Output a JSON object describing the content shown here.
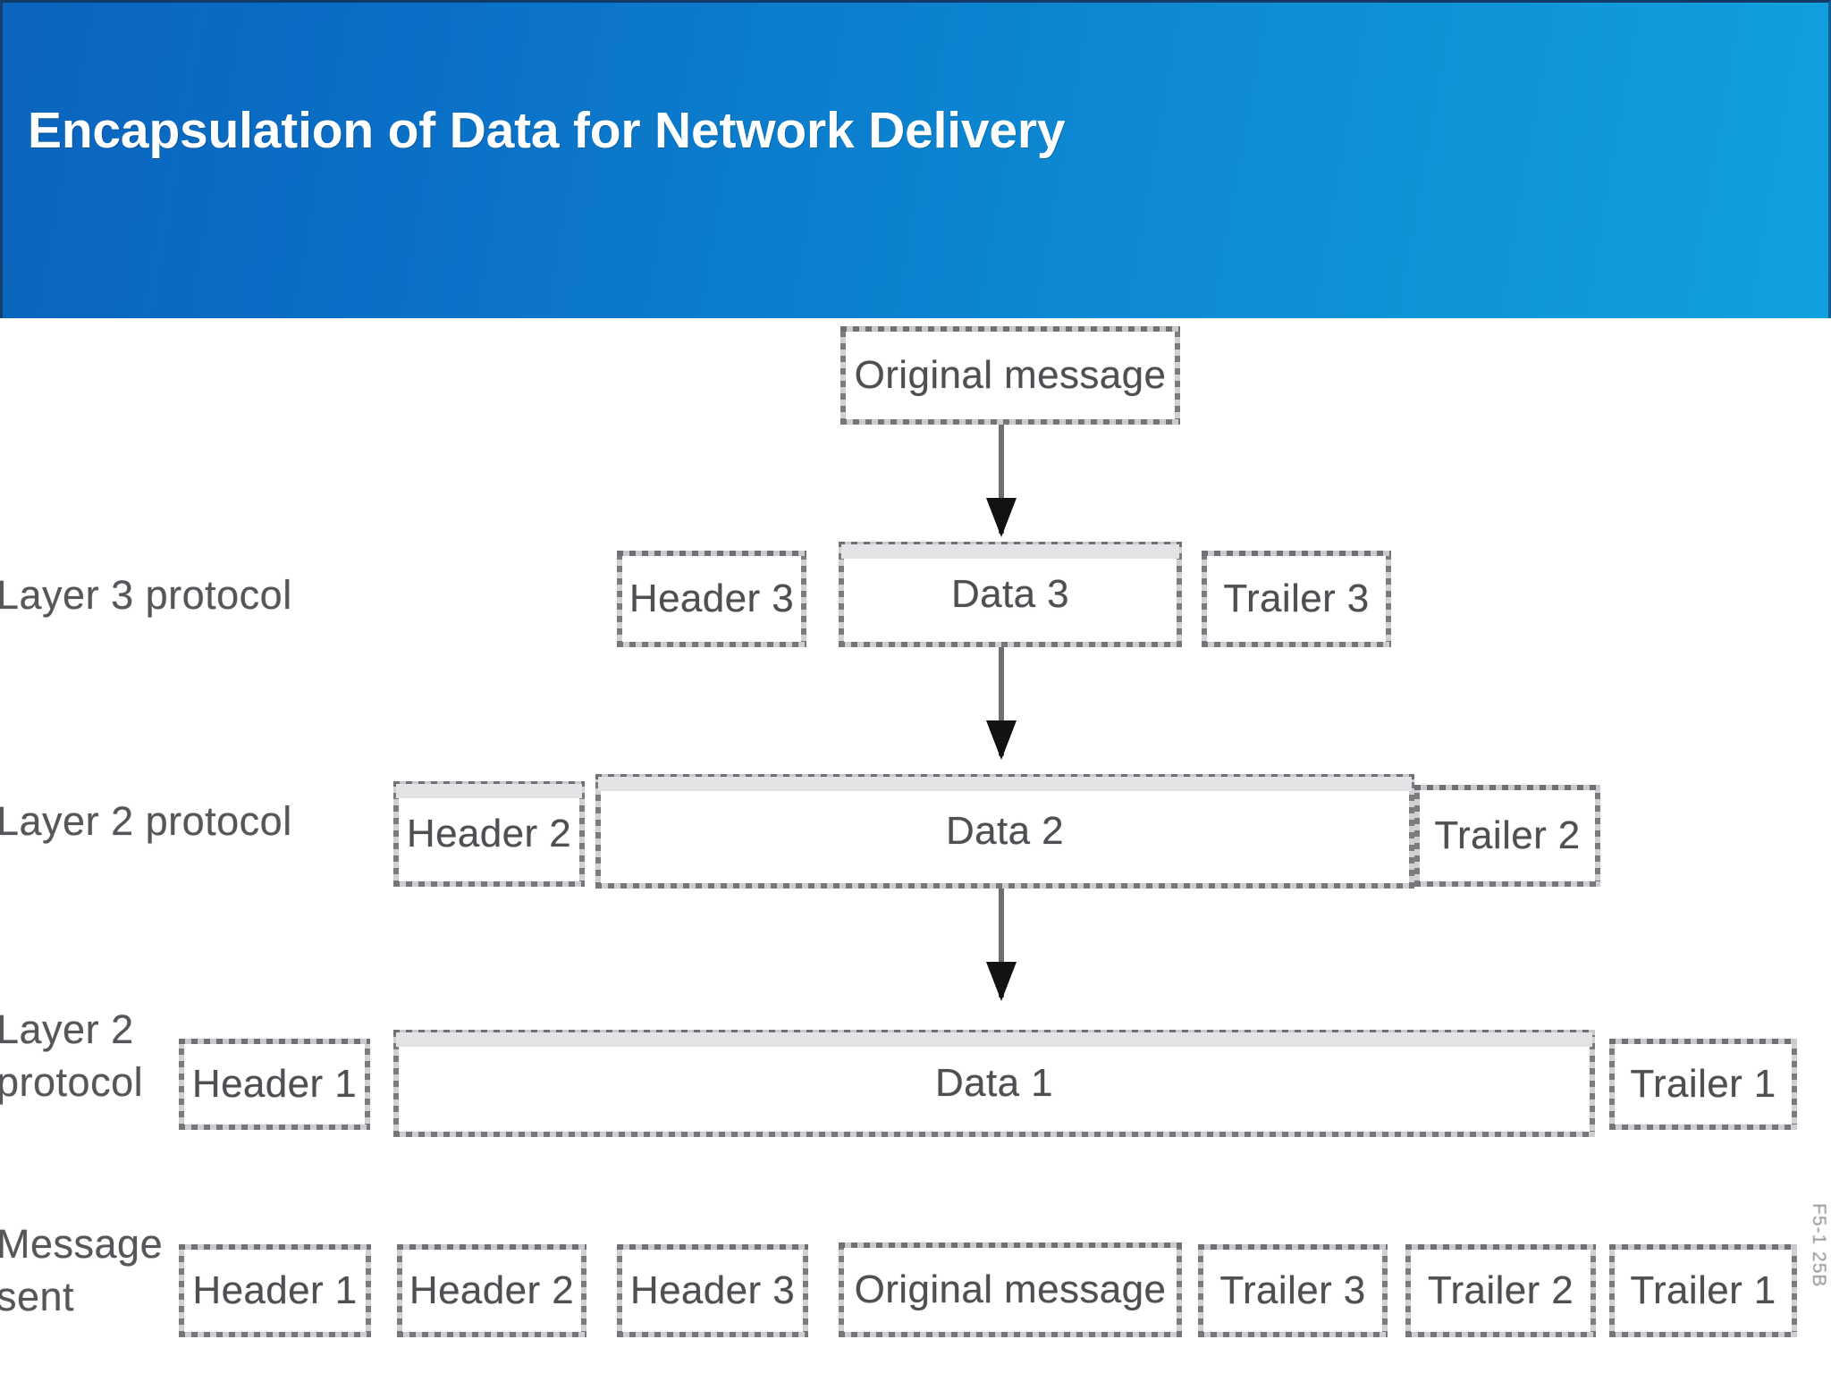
{
  "slide": {
    "title": "Encapsulation of Data for Network Delivery",
    "banner_gradient_from": "#0b64bd",
    "banner_gradient_to": "#11a1de",
    "background_color": "#ffffff"
  },
  "diagram": {
    "ink_color": "#4e4f53",
    "border_color": "#8c8d91",
    "arrow_color": "#111214",
    "credit": "F5-1 25B",
    "rows": [
      {
        "id": "original",
        "label": "",
        "boxes": [
          {
            "name": "original-message",
            "text": "Original message"
          }
        ]
      },
      {
        "id": "layer3",
        "label": "Layer 3 protocol",
        "boxes": [
          {
            "name": "header-3",
            "text": "Header 3"
          },
          {
            "name": "data-3",
            "text": "Data 3"
          },
          {
            "name": "trailer-3",
            "text": "Trailer 3"
          }
        ]
      },
      {
        "id": "layer2",
        "label": "Layer 2 protocol",
        "boxes": [
          {
            "name": "header-2",
            "text": "Header 2"
          },
          {
            "name": "data-2",
            "text": "Data 2"
          },
          {
            "name": "trailer-2",
            "text": "Trailer 2"
          }
        ]
      },
      {
        "id": "layer1",
        "label": "Layer 2\nprotocol",
        "boxes": [
          {
            "name": "header-1",
            "text": "Header 1"
          },
          {
            "name": "data-1",
            "text": "Data 1"
          },
          {
            "name": "trailer-1",
            "text": "Trailer 1"
          }
        ]
      },
      {
        "id": "message-sent",
        "label": "Message\nsent",
        "boxes": [
          {
            "name": "sent-header-1",
            "text": "Header 1"
          },
          {
            "name": "sent-header-2",
            "text": "Header 2"
          },
          {
            "name": "sent-header-3",
            "text": "Header 3"
          },
          {
            "name": "sent-original-message",
            "text": "Original message"
          },
          {
            "name": "sent-trailer-3",
            "text": "Trailer 3"
          },
          {
            "name": "sent-trailer-2",
            "text": "Trailer 2"
          },
          {
            "name": "sent-trailer-1",
            "text": "Trailer 1"
          }
        ]
      }
    ]
  }
}
